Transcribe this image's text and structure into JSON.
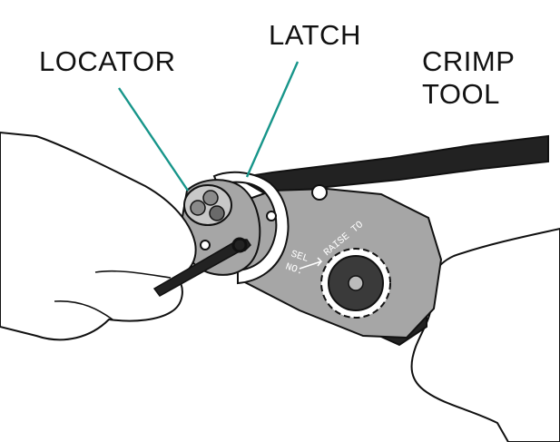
{
  "labels": {
    "locator": "LOCATOR",
    "latch": "LATCH",
    "crimp_tool_line1": "CRIMP",
    "crimp_tool_line2": "TOOL"
  },
  "dial_text": {
    "sel": "SEL",
    "no": "NO.",
    "raise_to": "RAISE TO"
  },
  "colors": {
    "leader": "#17958a",
    "tool_body": "#a6a6a6",
    "handle": "#222222",
    "outline": "#111111"
  }
}
